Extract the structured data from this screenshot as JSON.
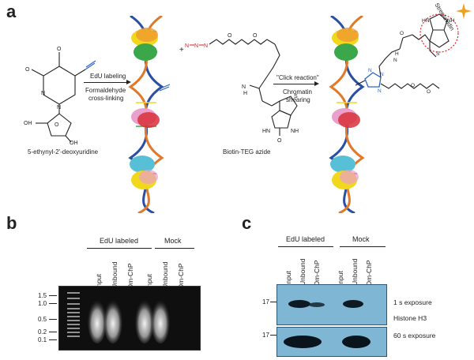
{
  "panel_a": {
    "letter": "a",
    "compound_name": "5-ethynyl-2'-deoxyuridine",
    "step1_line1": "EdU labeling",
    "step1_line2": "Formaldehyde",
    "step1_line3": "cross-linking",
    "reagent_name": "Biotin-TEG azide",
    "step2_line1": "\"Click reaction\"",
    "step2_line2": "Chromatin",
    "step2_line3": "shearing",
    "streptavidin": "Streptavidin",
    "atoms": {
      "O": "O",
      "N": "N",
      "H": "H",
      "OH": "OH",
      "S": "S",
      "HN": "HN",
      "NH": "NH",
      "plus": "+"
    }
  },
  "panel_b": {
    "letter": "b",
    "groups": [
      "EdU labeled",
      "Mock"
    ],
    "lanes": [
      "Input",
      "Unbound",
      "Dm-ChP",
      "Input",
      "Unbound",
      "Dm-ChP"
    ],
    "ladder_labels": [
      "1.5",
      "1.0",
      "0.5",
      "0.2",
      "0.1"
    ]
  },
  "panel_c": {
    "letter": "c",
    "groups": [
      "EdU labeled",
      "Mock"
    ],
    "lanes": [
      "Input",
      "Unbound",
      "Dm-ChP",
      "Input",
      "Unbound",
      "Dm-ChP"
    ],
    "marker_top": "17",
    "marker_bottom": "17",
    "exposure_top": "1 s exposure",
    "protein": "Histone H3",
    "exposure_bottom": "60 s exposure"
  },
  "colors": {
    "helix_blue": "#2a4fa3",
    "helix_orange": "#e0792a",
    "nucleosome_yellow": "#f2d81c",
    "nucleosome_orange": "#ee9a2e",
    "nucleosome_green": "#3aa84a",
    "nucleosome_pink": "#e9a0cc",
    "nucleosome_red": "#d9303a",
    "nucleosome_cyan": "#58c0d6",
    "azide_red": "#d11f2a",
    "alkyne_blue": "#2b63c7",
    "triazole_blue": "#2b63c7",
    "streptavidin_circle": "#d4292e",
    "star": "#f0a21e",
    "blot_background": "#7fb6d4",
    "gel_background": "#0f0f0f"
  }
}
